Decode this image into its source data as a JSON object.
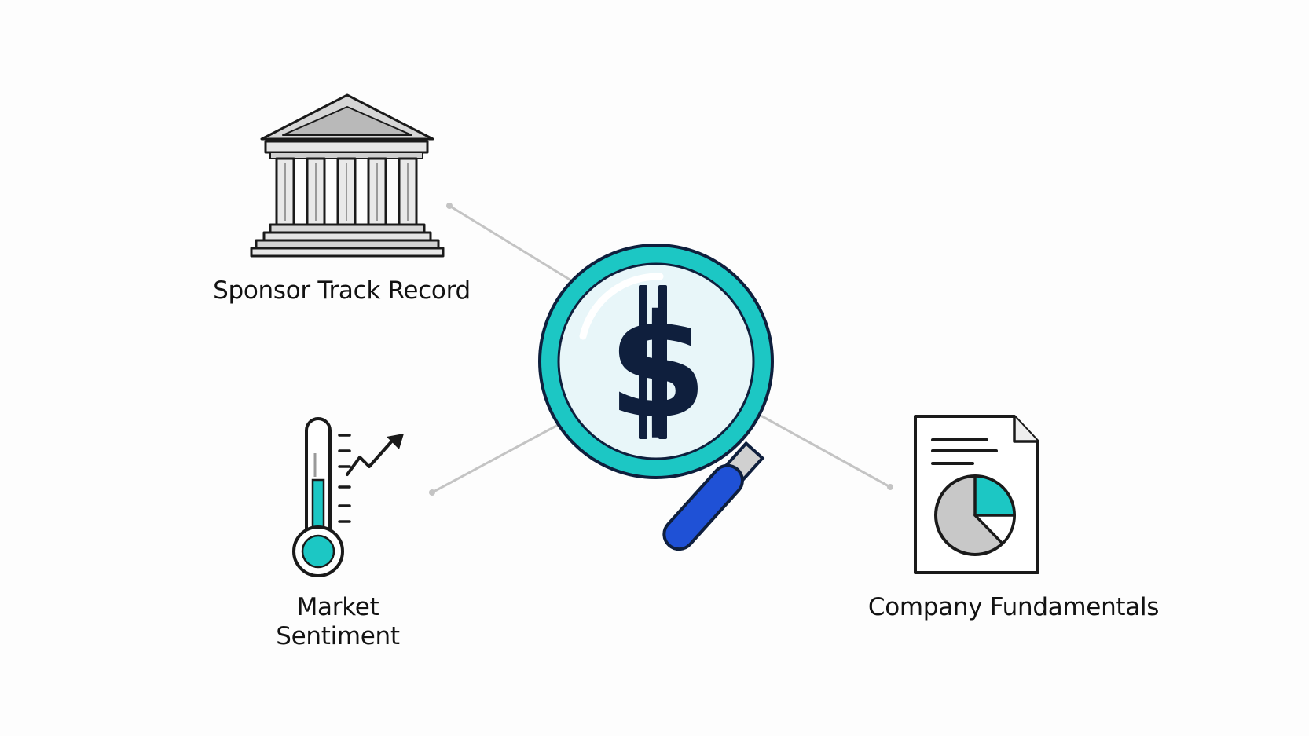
{
  "diagram": {
    "nodes": {
      "sponsor": {
        "label": "Sponsor Track Record",
        "icon": "bank-building-icon"
      },
      "market": {
        "line1": "Market",
        "line2": "Sentiment",
        "icon": "thermometer-trend-icon"
      },
      "company": {
        "label": "Company Fundamentals",
        "icon": "document-pie-chart-icon"
      }
    },
    "center": {
      "symbol": "$",
      "icon": "magnifying-glass-dollar-icon"
    }
  },
  "colors": {
    "teal": "#1cc7c4",
    "navy": "#0f1f3d",
    "blue": "#1f51d6",
    "lens": "#e8f6f9",
    "gray": "#c8c8c8",
    "connector": "#c4c4c4",
    "outline": "#1a1a1a"
  }
}
